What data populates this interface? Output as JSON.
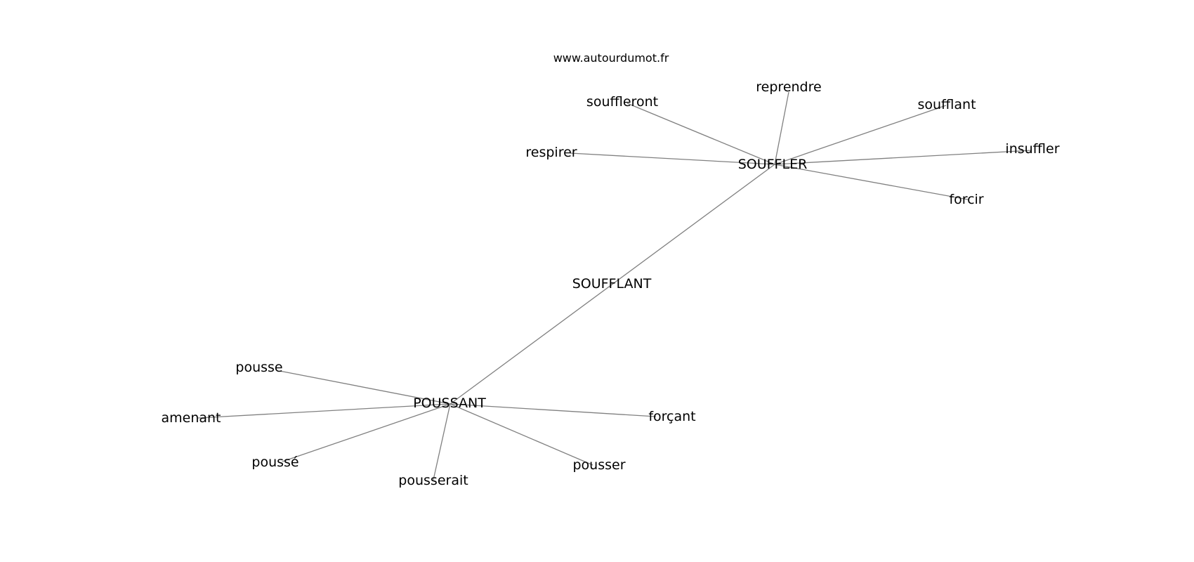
{
  "watermark": "www.autourdumot.fr",
  "nodes": {
    "souffler": "SOUFFLER",
    "soufflant_center": "SOUFFLANT",
    "poussant": "POUSSANT",
    "souffleront": "souffleront",
    "reprendre": "reprendre",
    "soufflant": "soufflant",
    "respirer": "respirer",
    "insuffler": "insuffler",
    "forcir": "forcir",
    "pousse": "pousse",
    "amenant": "amenant",
    "forcant": "forçant",
    "pousse_pp": "poussé",
    "pousserait": "pousserait",
    "pousser": "pousser"
  },
  "edges": [
    [
      "souffler",
      "souffleront"
    ],
    [
      "souffler",
      "reprendre"
    ],
    [
      "souffler",
      "soufflant"
    ],
    [
      "souffler",
      "respirer"
    ],
    [
      "souffler",
      "insuffler"
    ],
    [
      "souffler",
      "forcir"
    ],
    [
      "souffler",
      "poussant"
    ],
    [
      "poussant",
      "pousse"
    ],
    [
      "poussant",
      "amenant"
    ],
    [
      "poussant",
      "forcant"
    ],
    [
      "poussant",
      "pousse_pp"
    ],
    [
      "poussant",
      "pousserait"
    ],
    [
      "poussant",
      "pousser"
    ]
  ]
}
